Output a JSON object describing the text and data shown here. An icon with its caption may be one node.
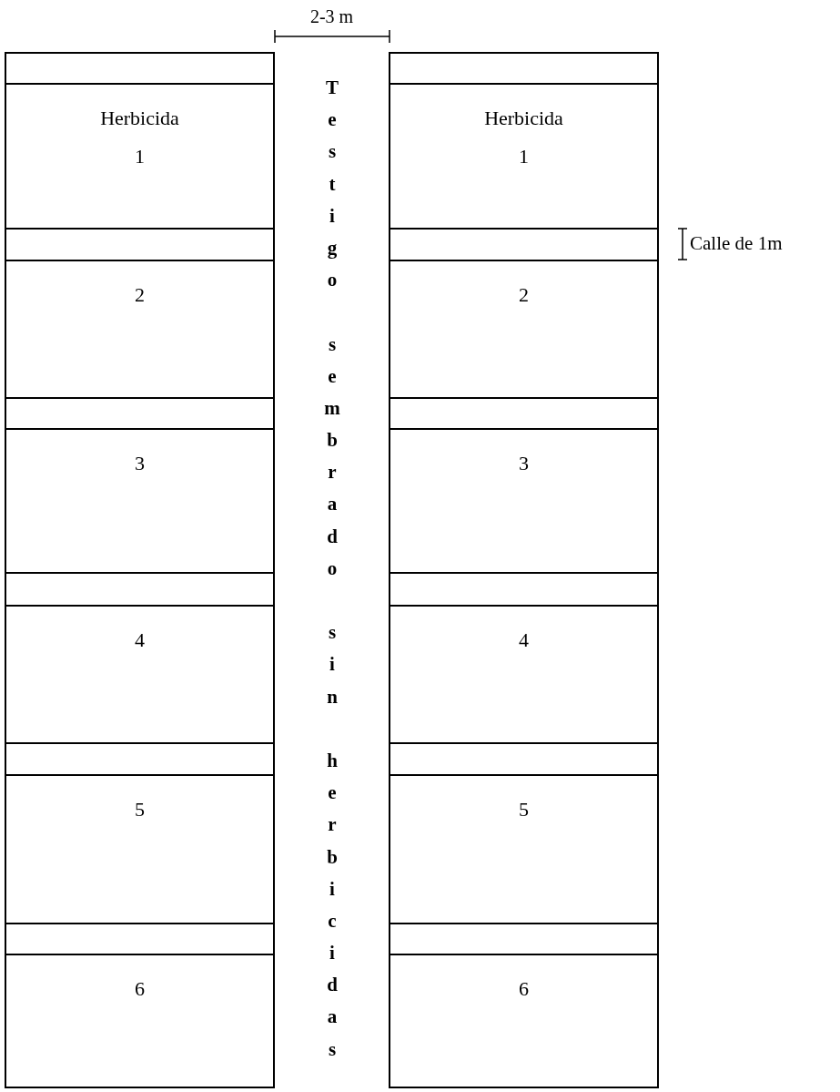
{
  "diagram": {
    "nodes": [
      {
        "text": [],
        "shape": "box"
      },
      {
        "text": [],
        "shape": "bar",
        "in": 0
      },
      {
        "text": [
          "Herbicida",
          "1"
        ],
        "in": 0
      },
      {
        "text": [],
        "shape": "bar",
        "in": 0
      },
      {
        "text": [
          "2"
        ],
        "in": 0
      },
      {
        "text": [],
        "shape": "bar",
        "in": 0
      },
      {
        "text": [
          "3"
        ],
        "in": 0
      },
      {
        "text": [],
        "shape": "bar",
        "in": 0
      },
      {
        "text": [
          "4"
        ],
        "in": 0
      },
      {
        "text": [],
        "shape": "bar",
        "in": 0
      },
      {
        "text": [
          "5"
        ],
        "in": 0
      },
      {
        "text": [],
        "shape": "bar",
        "in": 0
      },
      {
        "text": [
          "6"
        ],
        "in": 0
      },
      {
        "text": [],
        "shape": "box"
      },
      {
        "text": [],
        "shape": "bar",
        "in": 13
      },
      {
        "text": [
          "Herbicida",
          "1"
        ],
        "in": 13
      },
      {
        "text": [],
        "shape": "bar",
        "in": 13
      },
      {
        "text": [
          "2"
        ],
        "in": 13
      },
      {
        "text": [],
        "shape": "bar",
        "in": 13
      },
      {
        "text": [
          "3"
        ],
        "in": 13
      },
      {
        "text": [],
        "shape": "bar",
        "in": 13
      },
      {
        "text": [
          "4"
        ],
        "in": 13
      },
      {
        "text": [],
        "shape": "bar",
        "in": 13
      },
      {
        "text": [
          "5"
        ],
        "in": 13
      },
      {
        "text": [],
        "shape": "bar",
        "in": 13
      },
      {
        "text": [
          "6"
        ],
        "in": 13
      }
    ],
    "labels": [
      "2-3 m",
      "Testigo sembrado sin herbicidas",
      "Calle de 1m"
    ]
  }
}
